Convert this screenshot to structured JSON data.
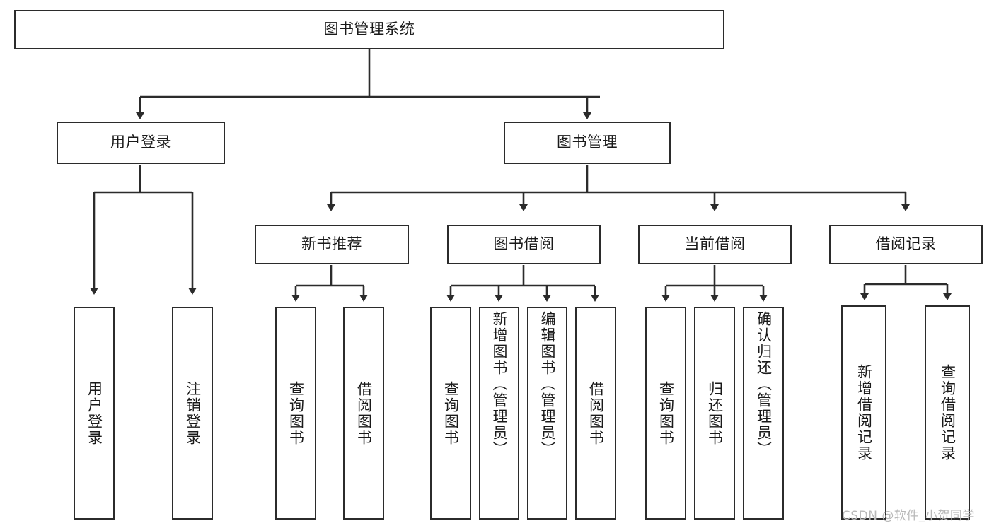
{
  "diagram": {
    "title": "图书管理系统",
    "type": "tree-hierarchy",
    "root": {
      "id": "root",
      "label": "图书管理系统"
    },
    "level1": [
      {
        "id": "user-login",
        "label": "用户登录"
      },
      {
        "id": "book-manage",
        "label": "图书管理"
      }
    ],
    "level2": [
      {
        "id": "new-book-rec",
        "label": "新书推荐",
        "parent": "book-manage"
      },
      {
        "id": "book-borrow",
        "label": "图书借阅",
        "parent": "book-manage"
      },
      {
        "id": "current-borrow",
        "label": "当前借阅",
        "parent": "book-manage"
      },
      {
        "id": "borrow-record",
        "label": "借阅记录",
        "parent": "book-manage"
      }
    ],
    "leaves": [
      {
        "id": "leaf-user-login",
        "label": "用户登录",
        "parent": "user-login"
      },
      {
        "id": "leaf-logout",
        "label": "注销登录",
        "parent": "user-login"
      },
      {
        "id": "leaf-query-book-1",
        "label": "查询图书",
        "parent": "new-book-rec"
      },
      {
        "id": "leaf-borrow-book-1",
        "label": "借阅图书",
        "parent": "new-book-rec"
      },
      {
        "id": "leaf-query-book-2",
        "label": "查询图书",
        "parent": "book-borrow"
      },
      {
        "id": "leaf-add-book",
        "label": "新增图书（管理员）",
        "parent": "book-borrow"
      },
      {
        "id": "leaf-edit-book",
        "label": "编辑图书（管理员）",
        "parent": "book-borrow"
      },
      {
        "id": "leaf-borrow-book-2",
        "label": "借阅图书",
        "parent": "book-borrow"
      },
      {
        "id": "leaf-query-book-3",
        "label": "查询图书",
        "parent": "current-borrow"
      },
      {
        "id": "leaf-return-book",
        "label": "归还图书",
        "parent": "current-borrow"
      },
      {
        "id": "leaf-confirm-return",
        "label": "确认归还（管理员）",
        "parent": "current-borrow"
      },
      {
        "id": "leaf-add-record",
        "label": "新增借阅记录",
        "parent": "borrow-record"
      },
      {
        "id": "leaf-query-record",
        "label": "查询借阅记录",
        "parent": "borrow-record"
      }
    ],
    "colors": {
      "box_border": "#2b2b2b",
      "box_fill": "#ffffff",
      "connector": "#2b2b2b",
      "text": "#1a1a1a",
      "watermark": "#b9b9b9",
      "background": "#ffffff"
    }
  },
  "watermark": {
    "text": "CSDN @软件_小贺同学"
  }
}
